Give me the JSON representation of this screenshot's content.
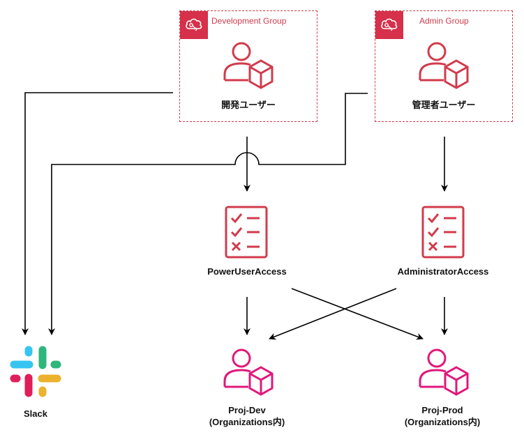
{
  "groups": {
    "dev": {
      "label": "Development Group",
      "user_label": "開発ユーザー"
    },
    "admin": {
      "label": "Admin Group",
      "user_label": "管理者ユーザー"
    }
  },
  "policies": {
    "power": {
      "label": "PowerUserAccess"
    },
    "admin": {
      "label": "AdministratorAccess"
    }
  },
  "accounts": {
    "dev": {
      "line1": "Proj-Dev",
      "line2": "(Organizations内)"
    },
    "prod": {
      "line1": "Proj-Prod",
      "line2": "(Organizations内)"
    }
  },
  "slack": {
    "label": "Slack"
  },
  "colors": {
    "aws_red": "#d13b4c",
    "account_magenta": "#e0187a",
    "slack_blue": "#36c5f0",
    "slack_green": "#2eb67d",
    "slack_red": "#e01e5a",
    "slack_yellow": "#ecb22e"
  },
  "icons": {
    "group": "cloud-key-icon",
    "user": "iam-user-icon",
    "policy": "policy-checklist-icon",
    "account": "account-user-icon",
    "slack": "slack-logo-icon"
  }
}
